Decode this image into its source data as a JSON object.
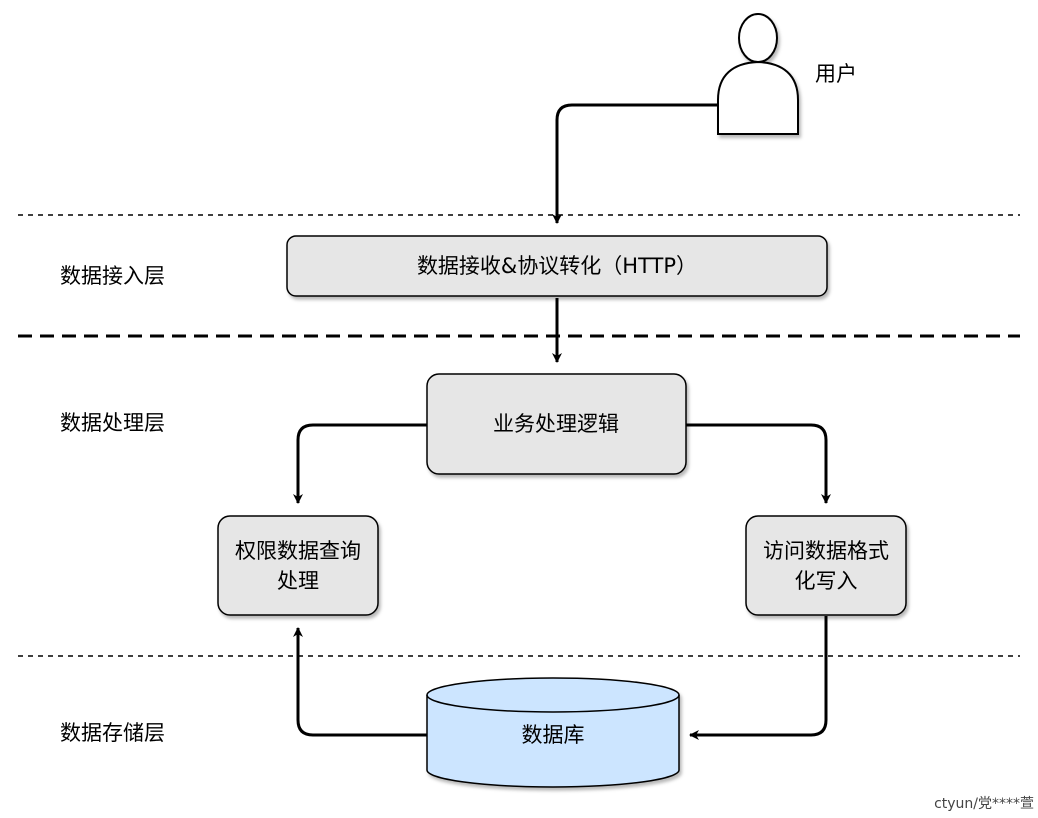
{
  "colors": {
    "box_fill": "#e6e6e6",
    "box_stroke": "#000000",
    "database_fill": "#cce5ff",
    "line": "#000000",
    "background": "#ffffff"
  },
  "user": {
    "label": "用户",
    "icon": "user-icon"
  },
  "layers": {
    "access": "数据接入层",
    "processing": "数据处理层",
    "storage": "数据存储层"
  },
  "nodes": {
    "access_box": "数据接收&协议转化（HTTP）",
    "business_logic": "业务处理逻辑",
    "permission_query_line1": "权限数据查询",
    "permission_query_line2": "处理",
    "format_write_line1": "访问数据格式",
    "format_write_line2": "化写入",
    "database": "数据库"
  },
  "watermark": "ctyun/党****萱"
}
